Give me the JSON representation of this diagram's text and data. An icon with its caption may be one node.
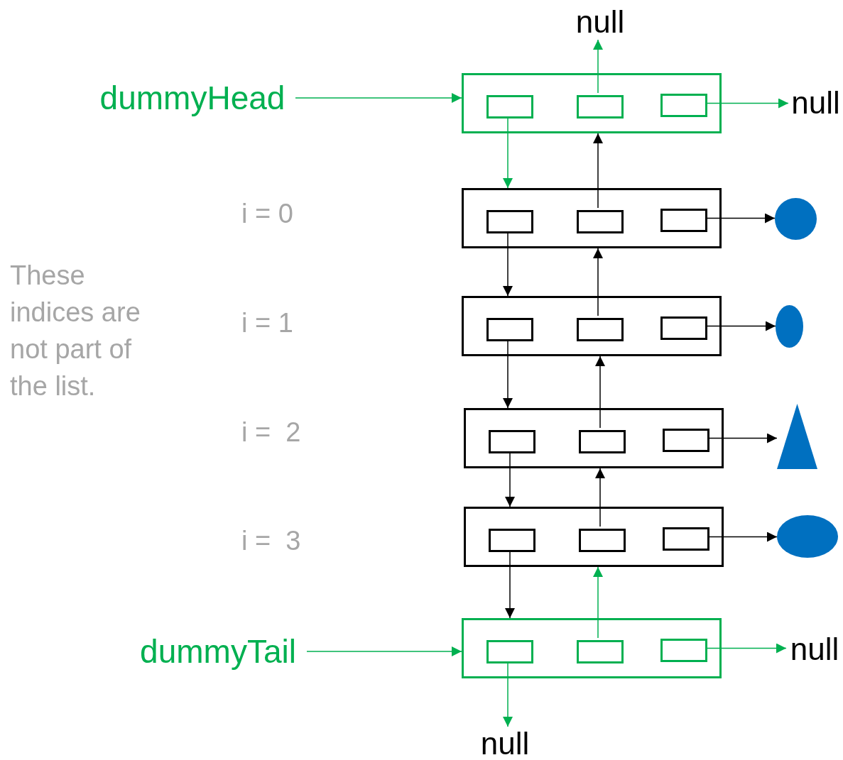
{
  "diagram": {
    "nodes": [
      {
        "text": [
          "dummyHead"
        ]
      },
      {
        "text": [],
        "shape": "box"
      },
      {
        "text": [],
        "shape": "box",
        "in": 1
      },
      {
        "text": [],
        "shape": "box",
        "in": 1
      },
      {
        "text": [],
        "shape": "box",
        "in": 1
      },
      {
        "text": [
          "null"
        ]
      },
      {
        "text": [
          "null"
        ]
      },
      {
        "text": [],
        "shape": "box"
      },
      {
        "text": [],
        "shape": "box",
        "in": 7
      },
      {
        "text": [],
        "shape": "box",
        "in": 7
      },
      {
        "text": [],
        "shape": "box",
        "in": 7
      },
      {
        "text": [],
        "shape": "circle"
      },
      {
        "text": [],
        "shape": "box"
      },
      {
        "text": [],
        "shape": "box",
        "in": 12
      },
      {
        "text": [],
        "shape": "box",
        "in": 12
      },
      {
        "text": [],
        "shape": "box",
        "in": 12
      },
      {
        "text": [],
        "shape": "ellipse"
      },
      {
        "text": [],
        "shape": "box"
      },
      {
        "text": [],
        "shape": "box",
        "in": 17
      },
      {
        "text": [],
        "shape": "box",
        "in": 17
      },
      {
        "text": [],
        "shape": "box",
        "in": 17
      },
      {
        "text": [],
        "shape": "triangle"
      },
      {
        "text": [],
        "shape": "box"
      },
      {
        "text": [],
        "shape": "box",
        "in": 22
      },
      {
        "text": [],
        "shape": "box",
        "in": 22
      },
      {
        "text": [],
        "shape": "box",
        "in": 22
      },
      {
        "text": [],
        "shape": "ellipse"
      },
      {
        "text": [
          "dummyTail"
        ]
      },
      {
        "text": [],
        "shape": "box"
      },
      {
        "text": [],
        "shape": "box",
        "in": 28
      },
      {
        "text": [],
        "shape": "box",
        "in": 28
      },
      {
        "text": [],
        "shape": "box",
        "in": 28
      },
      {
        "text": [
          "null"
        ]
      },
      {
        "text": [
          "null"
        ]
      }
    ],
    "edges": [
      {
        "from": 0,
        "to": 1,
        "arrow": "to",
        "color": "#00b050"
      },
      {
        "from": 2,
        "to": 7,
        "arrow": "to",
        "color": "#00b050"
      },
      {
        "from": 3,
        "to": 5,
        "arrow": "to",
        "color": "#00b050"
      },
      {
        "from": 4,
        "to": 6,
        "arrow": "to",
        "color": "#00b050"
      },
      {
        "from": 8,
        "to": 12,
        "arrow": "to"
      },
      {
        "from": 9,
        "to": 1,
        "arrow": "to"
      },
      {
        "from": 10,
        "to": 11,
        "arrow": "to"
      },
      {
        "from": 13,
        "to": 17,
        "arrow": "to"
      },
      {
        "from": 14,
        "to": 7,
        "arrow": "to"
      },
      {
        "from": 15,
        "to": 16,
        "arrow": "to"
      },
      {
        "from": 18,
        "to": 22,
        "arrow": "to"
      },
      {
        "from": 19,
        "to": 12,
        "arrow": "to"
      },
      {
        "from": 20,
        "to": 21,
        "arrow": "to"
      },
      {
        "from": 23,
        "to": 28,
        "arrow": "to"
      },
      {
        "from": 24,
        "to": 17,
        "arrow": "to"
      },
      {
        "from": 25,
        "to": 26,
        "arrow": "to"
      },
      {
        "from": 27,
        "to": 28,
        "arrow": "to",
        "color": "#00b050"
      },
      {
        "from": 29,
        "to": 33,
        "arrow": "to",
        "color": "#00b050"
      },
      {
        "from": 30,
        "to": 22,
        "arrow": "to",
        "color": "#00b050"
      },
      {
        "from": 31,
        "to": 32,
        "arrow": "to",
        "color": "#00b050"
      }
    ],
    "labels": [
      "i = 0",
      "These indices are not part of the list.",
      "i = 1",
      "i =  2",
      "i =  3"
    ]
  }
}
